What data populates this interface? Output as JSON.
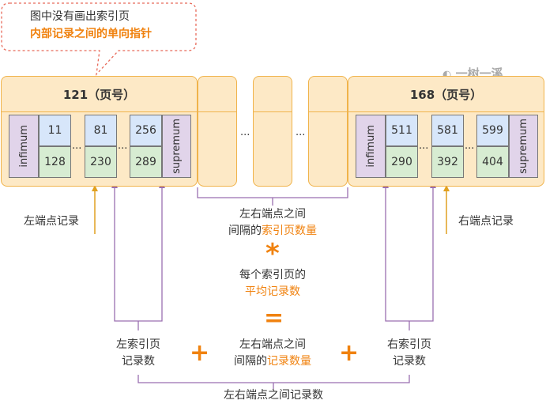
{
  "callout": {
    "line1": "图中没有画出索引页",
    "line2": "内部记录之间的单向指针"
  },
  "watermark": "一树一溪",
  "left_page": {
    "title": "121（页号）",
    "infimum": "infimum",
    "supremum": "supremum",
    "top_values": [
      "11",
      "81",
      "256"
    ],
    "bottom_values": [
      "128",
      "230",
      "289"
    ],
    "dots": "..."
  },
  "right_page": {
    "title": "168（页号）",
    "infimum": "infimum",
    "supremum": "supremum",
    "top_values": [
      "511",
      "581",
      "599"
    ],
    "bottom_values": [
      "290",
      "392",
      "404"
    ],
    "dots": "..."
  },
  "middle_dots": "...",
  "labels": {
    "left_endpoint": "左端点记录",
    "right_endpoint": "右端点记录",
    "between_pages_1": "左右端点之间",
    "between_pages_2_plain": "间隔的",
    "between_pages_2_hl": "索引页数量",
    "avg_1": "每个索引页的",
    "avg_2_hl": "平均记录数",
    "left_page_count_1": "左索引页",
    "left_page_count_2": "记录数",
    "between_records_1": "左右端点之间",
    "between_records_2_plain": "间隔的",
    "between_records_2_hl": "记录数量",
    "right_page_count_1": "右索引页",
    "right_page_count_2": "记录数",
    "total": "左右端点之间记录数"
  },
  "operators": {
    "multiply": "*",
    "equals": "=",
    "plus": "+"
  },
  "colors": {
    "accent": "#f0820f",
    "page_fill": "#fde9c6",
    "page_border": "#f0b34a",
    "arrow_gold": "#e0a020",
    "brace_purple": "#9a6fb0"
  }
}
